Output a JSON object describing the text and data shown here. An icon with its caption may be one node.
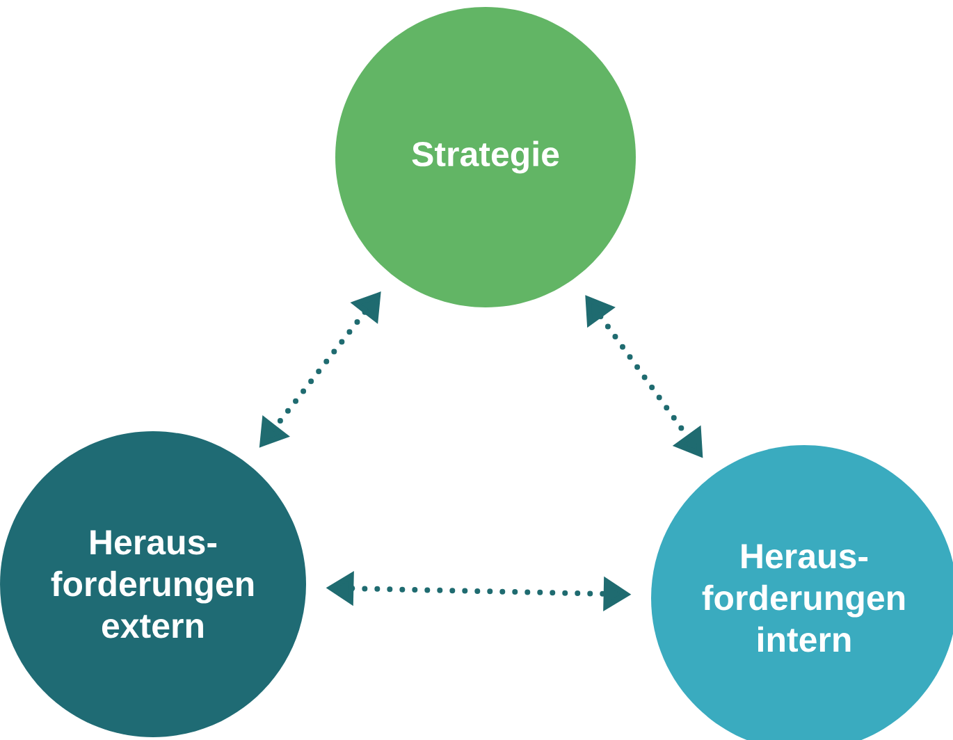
{
  "diagram": {
    "nodes": [
      {
        "text": [
          "Strategie"
        ]
      },
      {
        "text": [
          "Heraus- forderungen extern"
        ]
      },
      {
        "text": [
          "Heraus- forderungen intern"
        ]
      }
    ],
    "edges": [
      {
        "from": 0,
        "to": 1,
        "arrow": "both"
      },
      {
        "from": 0,
        "to": 2,
        "arrow": "both"
      },
      {
        "from": 1,
        "to": 2,
        "arrow": "both"
      }
    ]
  }
}
